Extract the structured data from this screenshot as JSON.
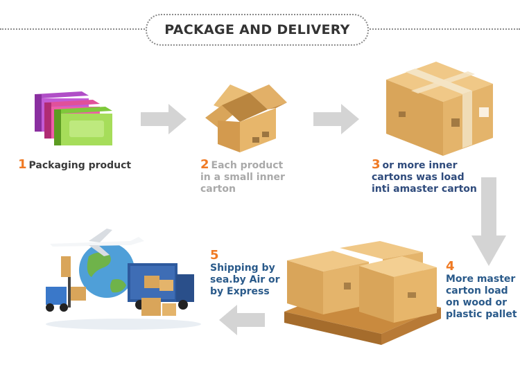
{
  "header": {
    "title": "PACKAGE AND DELIVERY"
  },
  "steps": [
    {
      "number": "1",
      "lines": [
        "Packaging product"
      ]
    },
    {
      "number": "2",
      "lines": [
        "Each product",
        "in a small inner",
        "carton"
      ]
    },
    {
      "number": "3",
      "lines": [
        "or more inner",
        "cartons was load",
        "inti amaster carton"
      ]
    },
    {
      "number": "4",
      "lines": [
        "More master",
        "carton load",
        "on wood or",
        "plastic pallet"
      ]
    },
    {
      "number": "5",
      "lines": [
        "Shipping by",
        "sea.by Air or",
        "by Express"
      ]
    }
  ],
  "colors": {
    "number_accent": "#f07a24",
    "arrow": "#d4d4d4",
    "carton": "#d9a55a"
  }
}
